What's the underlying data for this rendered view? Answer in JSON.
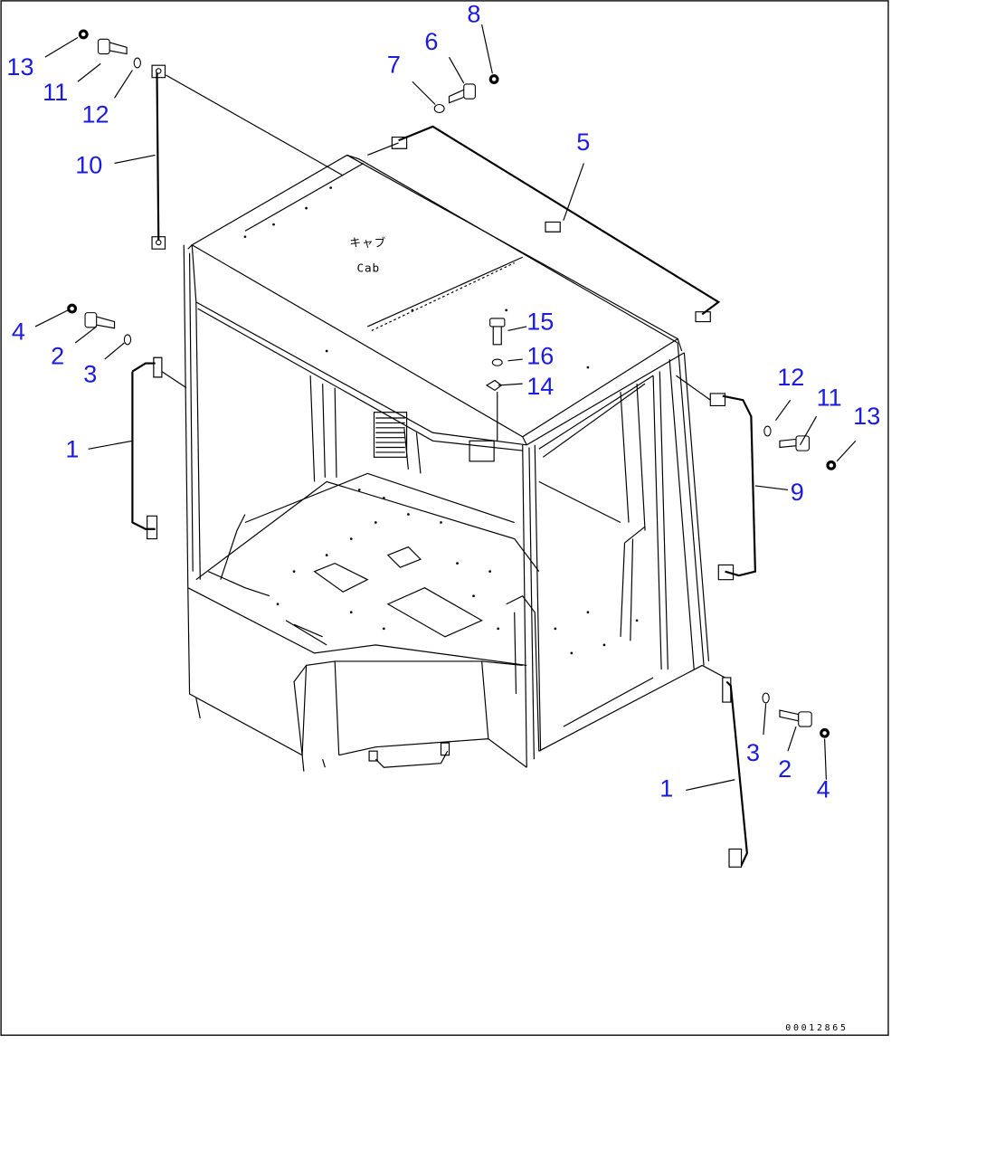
{
  "labels": {
    "l13a": "13",
    "l11a": "11",
    "l12a": "12",
    "l10": "10",
    "l7": "7",
    "l6": "6",
    "l8": "8",
    "l5": "5",
    "l4a": "4",
    "l2a": "2",
    "l3a": "3",
    "l1a": "1",
    "l15": "15",
    "l16": "16",
    "l14": "14",
    "l12b": "12",
    "l11b": "11",
    "l13b": "13",
    "l9": "9",
    "l3b": "3",
    "l2b": "2",
    "l4b": "4",
    "l1b": "1"
  },
  "caption": {
    "jp": "キャブ",
    "en": "Cab"
  },
  "drawing_number": "00012865"
}
